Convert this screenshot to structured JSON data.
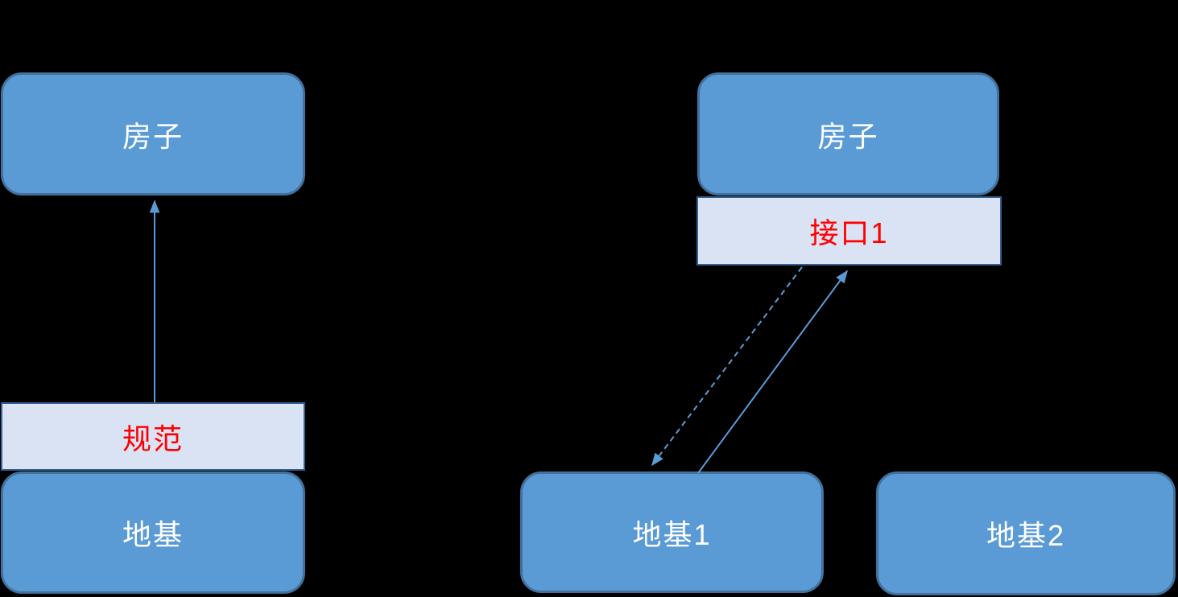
{
  "diagram": {
    "left_group": {
      "house_label": "房子",
      "spec_label": "规范",
      "foundation_label": "地基"
    },
    "right_group": {
      "house_label": "房子",
      "interface_label": "接口1",
      "foundation1_label": "地基1",
      "foundation2_label": "地基2"
    },
    "arrows": [
      {
        "name": "spec-to-house",
        "style": "solid",
        "from": "规范",
        "to": "房子"
      },
      {
        "name": "interface-to-foundation1",
        "style": "dashed",
        "from": "接口1",
        "to": "地基1"
      },
      {
        "name": "foundation1-to-interface",
        "style": "solid",
        "from": "地基1",
        "to": "接口1"
      }
    ],
    "colors": {
      "background": "#000000",
      "node_fill": "#5B9BD5",
      "node_border": "#41719C",
      "node_text": "#FFFFFF",
      "band_fill": "#DAE3F3",
      "band_border": "#35618F",
      "band_text": "#FF0000",
      "arrow": "#5B9BD5"
    }
  }
}
